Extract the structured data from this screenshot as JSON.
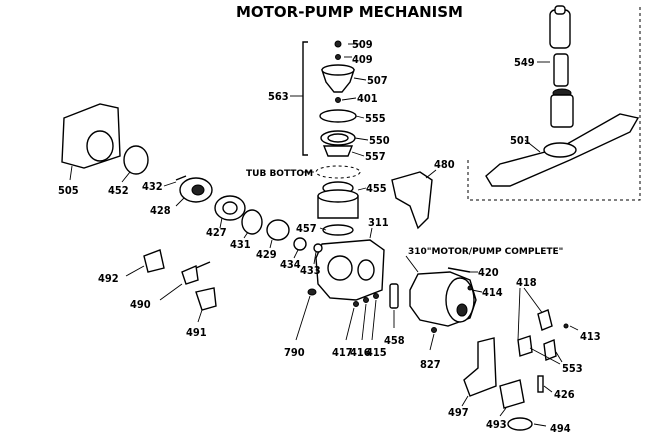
{
  "title": "MOTOR-PUMP MECHANISM",
  "tub_bottom_label": "TUB BOTTOM",
  "motor_pump_label": "310\"MOTOR/PUMP COMPLETE\"",
  "part_numbers": {
    "p509": "509",
    "p409": "409",
    "p507": "507",
    "p401": "401",
    "p555": "555",
    "p550": "550",
    "p557": "557",
    "p563": "563",
    "p549": "549",
    "p501": "501",
    "p505": "505",
    "p452": "452",
    "p432": "432",
    "p428": "428",
    "p480": "480",
    "p455": "455",
    "p311": "311",
    "p457": "457",
    "p427": "427",
    "p431": "431",
    "p429": "429",
    "p434": "434",
    "p433": "433",
    "p420": "420",
    "p414": "414",
    "p418": "418",
    "p413": "413",
    "p492": "492",
    "p490": "490",
    "p491": "491",
    "p790": "790",
    "p417": "417",
    "p416": "416",
    "p415": "415",
    "p458": "458",
    "p827": "827",
    "p553": "553",
    "p426": "426",
    "p497": "497",
    "p493": "493",
    "p494": "494"
  }
}
